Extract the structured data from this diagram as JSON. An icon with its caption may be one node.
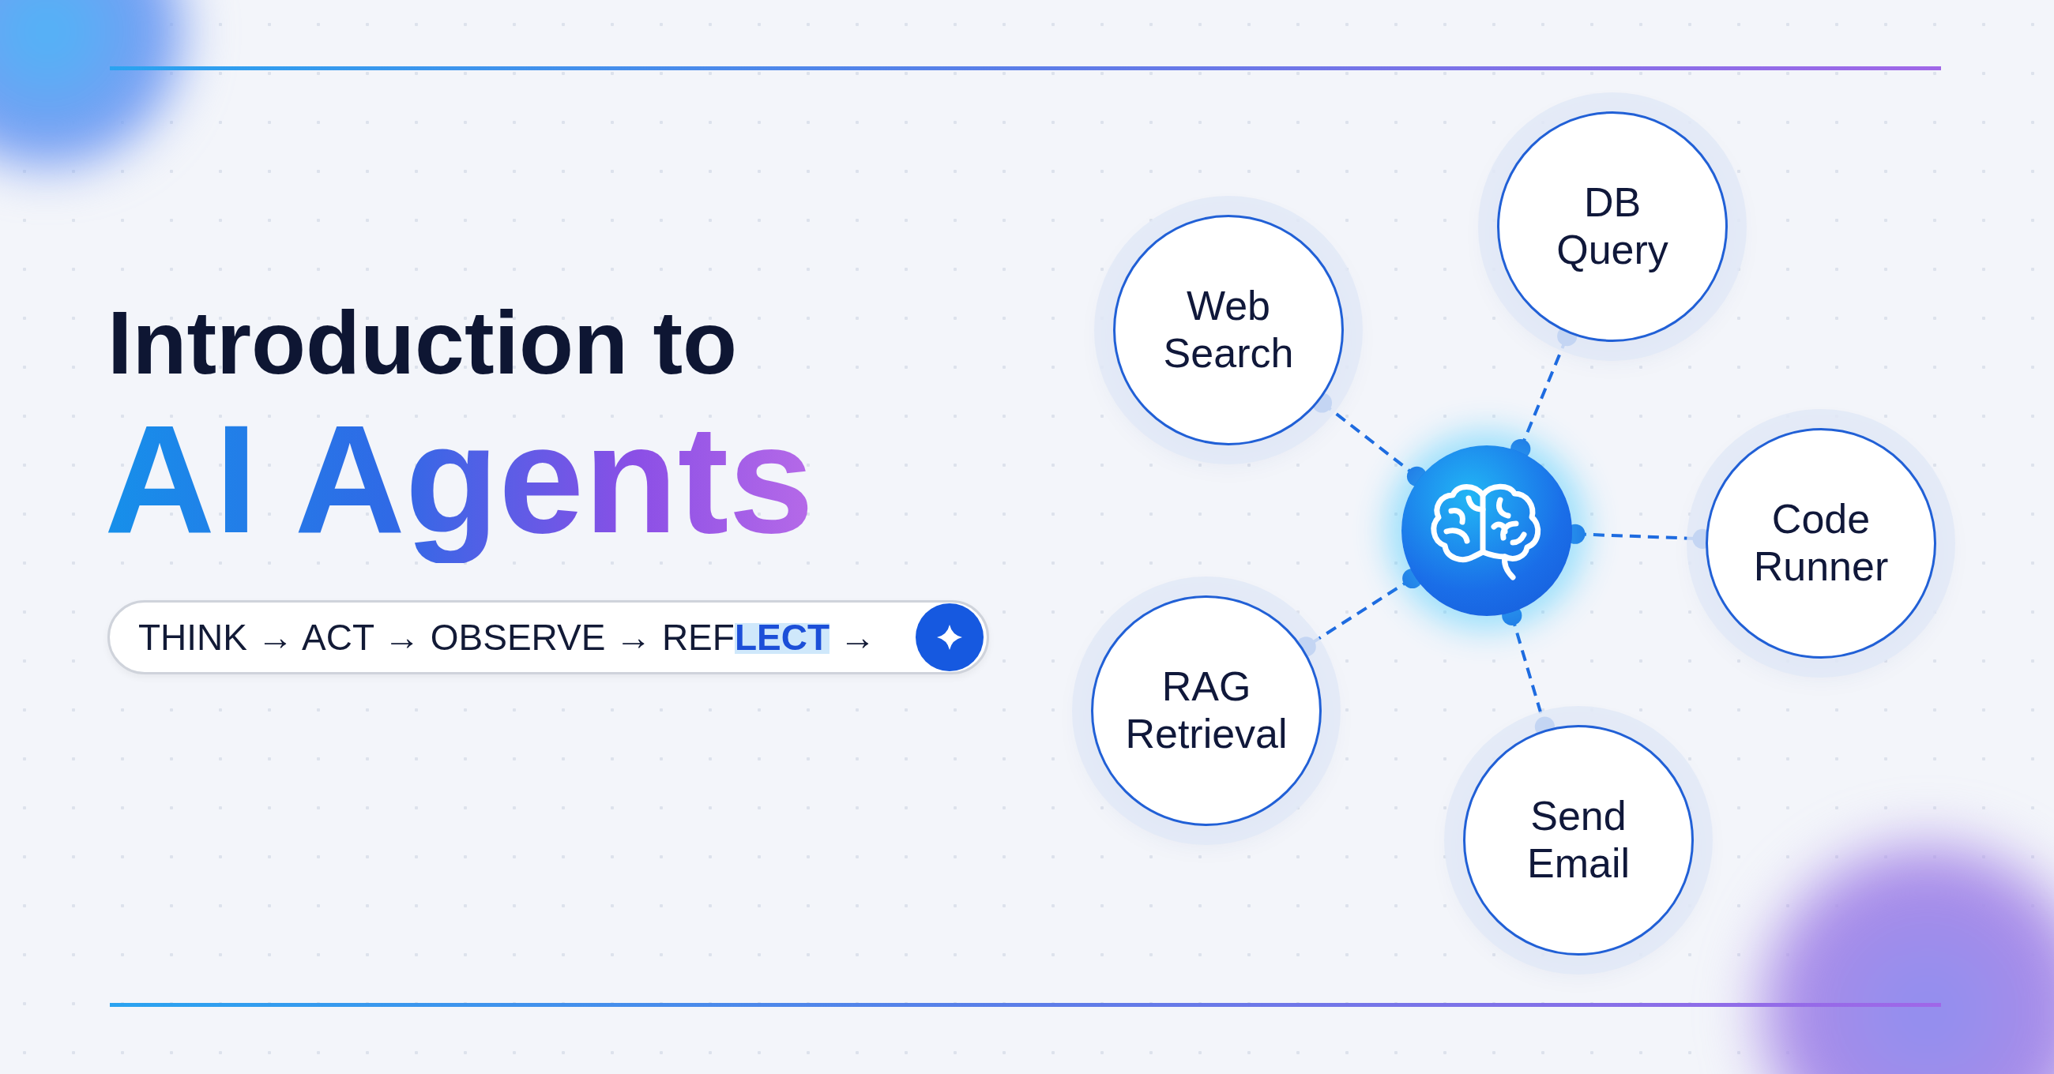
{
  "diagram": {
    "title": "Introduction to",
    "nodes": [
      {
        "text": [
          "DB Query"
        ]
      },
      {
        "text": [
          "Web Search"
        ]
      },
      {
        "text": [],
        "shape": "circle"
      },
      {
        "text": [
          "Code Runner"
        ]
      },
      {
        "text": [
          "RAG Retrieval"
        ]
      },
      {
        "text": [
          "Send Email"
        ]
      }
    ],
    "edges": [
      {
        "from": 2,
        "to": 0,
        "arrow": "other",
        "style": "dashed"
      },
      {
        "from": 2,
        "to": 1,
        "arrow": "other",
        "style": "dashed"
      },
      {
        "from": 2,
        "to": 3,
        "arrow": "other",
        "style": "dashed"
      },
      {
        "from": 2,
        "to": 4,
        "arrow": "other",
        "style": "dashed"
      },
      {
        "from": 2,
        "to": 5,
        "arrow": "other",
        "style": "dashed"
      }
    ],
    "labels": [
      "AI Agents",
      "THINK → ACT → OBSERVE → REF**LECT** →"
    ]
  }
}
